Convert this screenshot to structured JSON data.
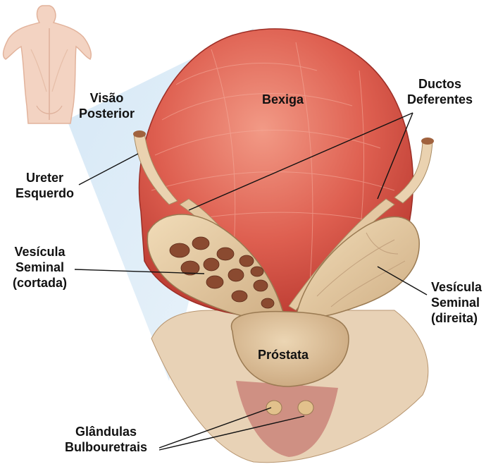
{
  "labels": {
    "view": [
      "Visão",
      "Posterior"
    ],
    "bladder": "Bexiga",
    "vas_deferens": [
      "Ductos",
      "Deferentes"
    ],
    "left_ureter": [
      "Ureter",
      "Esquerdo"
    ],
    "seminal_cut": [
      "Vesícula",
      "Seminal",
      "(cortada)"
    ],
    "seminal_right": [
      "Vesícula",
      "Seminal",
      "(direita)"
    ],
    "prostate": "Próstata",
    "bulbourethral": [
      "Glândulas",
      "Bulbouretrais"
    ]
  },
  "colors": {
    "bladder": "#d9574a",
    "bladder_light": "#f08a78",
    "seminal": "#e9cfa6",
    "prostate": "#dcc09a",
    "highlight": "#cfe3f3",
    "skin": "#f2d2c0"
  }
}
